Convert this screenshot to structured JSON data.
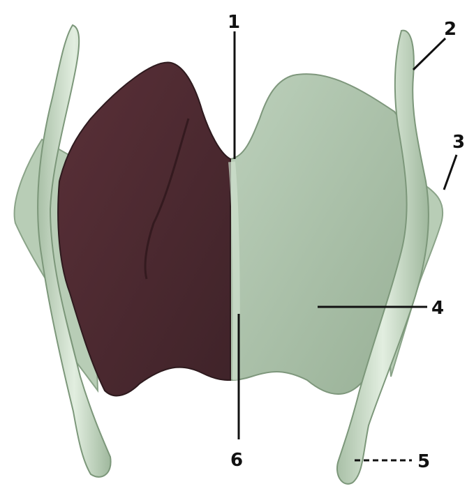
{
  "diagram": {
    "labels": [
      {
        "id": "1",
        "text": "1"
      },
      {
        "id": "2",
        "text": "2"
      },
      {
        "id": "3",
        "text": "3"
      },
      {
        "id": "4",
        "text": "4"
      },
      {
        "id": "5",
        "text": "5"
      },
      {
        "id": "6",
        "text": "6"
      }
    ],
    "colors": {
      "left_lamina": "#4b2a30",
      "right_lamina": "#a9bfa8",
      "horns": "#c9dcc8",
      "edge": "#7f9a7e",
      "background": "#ffffff"
    }
  }
}
